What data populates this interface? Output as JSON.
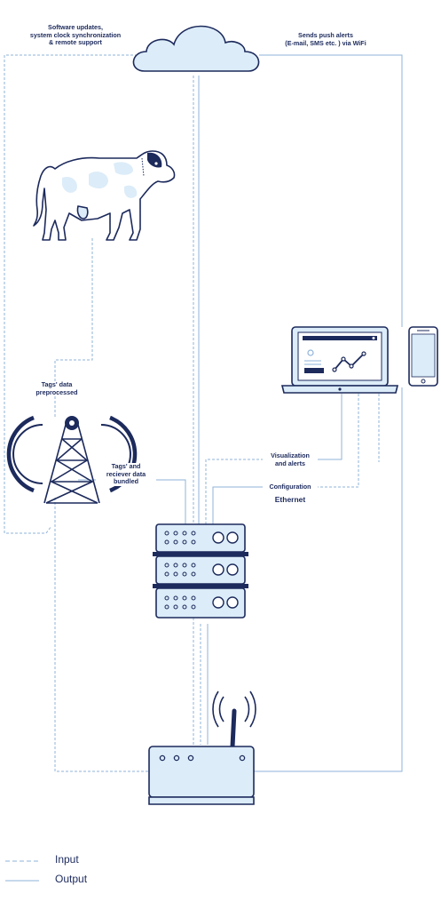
{
  "labels": {
    "cloud_left": "Software updates,\nsystem clock synchronization\n& remote support",
    "cloud_right": "Sends push alerts\n(E-mail, SMS etc. ) via WiFi",
    "tags_preprocessed": "Tags' data\npreprocessed",
    "tags_bundled": "Tags' and\nreciever data\nbundled",
    "visualization": "Visualization\nand alerts",
    "configuration": "Configuration",
    "ethernet": "Ethernet"
  },
  "legend": {
    "input": "Input",
    "output": "Output"
  },
  "colors": {
    "line": "#8fb3d9",
    "outline": "#1c2a5c",
    "fill": "#dcecf8",
    "text": "#1c2a5c"
  },
  "icons": [
    "cloud-icon",
    "cow-icon",
    "radio-tower-icon",
    "server-rack-icon",
    "laptop-icon",
    "smartphone-icon",
    "router-icon"
  ]
}
